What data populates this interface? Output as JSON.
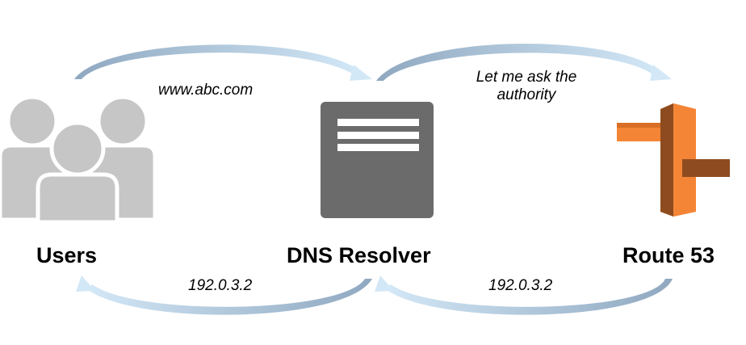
{
  "nodes": {
    "users": {
      "label": "Users",
      "icon": "users-group-icon"
    },
    "resolver": {
      "label": "DNS Resolver",
      "icon": "server-icon"
    },
    "route53": {
      "label": "Route 53",
      "icon": "route53-icon"
    }
  },
  "edges": {
    "query_to_resolver": "www.abc.com",
    "query_to_route53": "Let me ask the authority",
    "answer_to_resolver": "192.0.3.2",
    "answer_to_users": "192.0.3.2"
  },
  "colors": {
    "arrow_dark": "#8fa8c0",
    "arrow_light": "#c8e2f5",
    "users_icon": "#c6c6c6",
    "server_body": "#6b6b6b",
    "route53_orange": "#f58536",
    "route53_dark": "#8e4b1f",
    "route53_mid": "#d86f24"
  }
}
